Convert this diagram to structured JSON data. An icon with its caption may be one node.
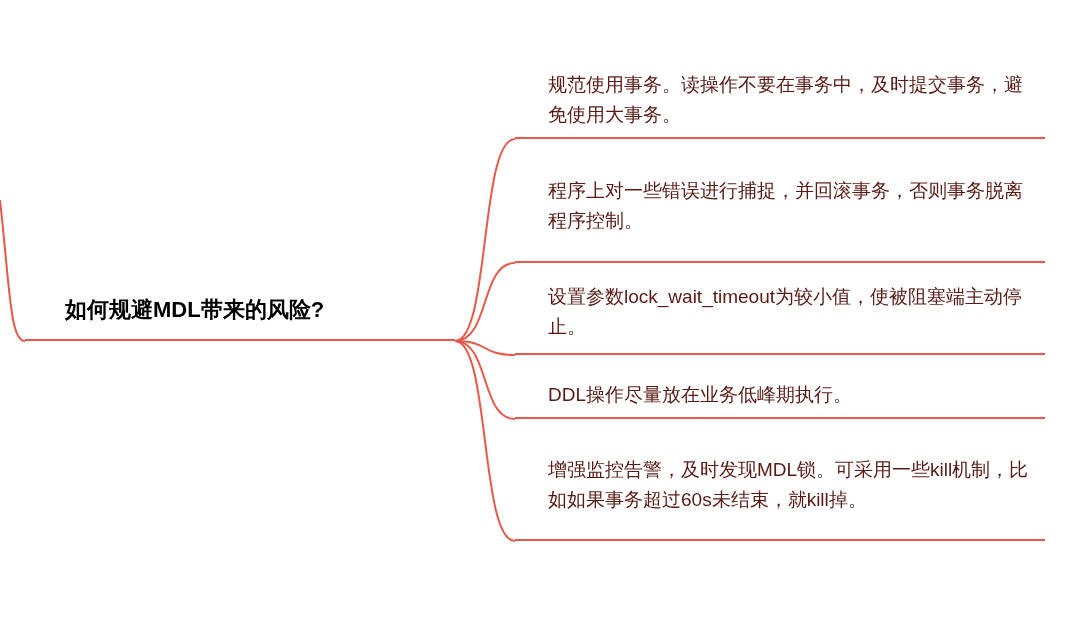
{
  "diagram": {
    "nodes": [
      {
        "text": [
          "如何规避MDL带来的风险?"
        ]
      },
      {
        "text": [
          "规范使用事务。读操作不要在事务中，及时提交事务，避免使用大事务。"
        ]
      },
      {
        "text": [
          "程序上对一些错误进行捕捉，并回滚事务，否则事务脱离程序控制。"
        ]
      },
      {
        "text": [
          "设置参数lock_wait_timeout为较小值，使被阻塞端主动停止。"
        ]
      },
      {
        "text": [
          "DDL操作尽量放在业务低峰期执行。"
        ]
      },
      {
        "text": [
          "增强监控告警，及时发现MDL锁。可采用一些kill机制，比如如果事务超过60s未结束，就kill掉。"
        ]
      }
    ],
    "edges": [
      {
        "from": 0,
        "to": 1,
        "arrow": "none"
      },
      {
        "from": 0,
        "to": 2,
        "arrow": "none"
      },
      {
        "from": 0,
        "to": 3,
        "arrow": "none"
      },
      {
        "from": 0,
        "to": 4,
        "arrow": "none"
      },
      {
        "from": 0,
        "to": 5,
        "arrow": "none"
      },
      {
        "from": null,
        "to": 0,
        "arrow": "none"
      }
    ]
  }
}
